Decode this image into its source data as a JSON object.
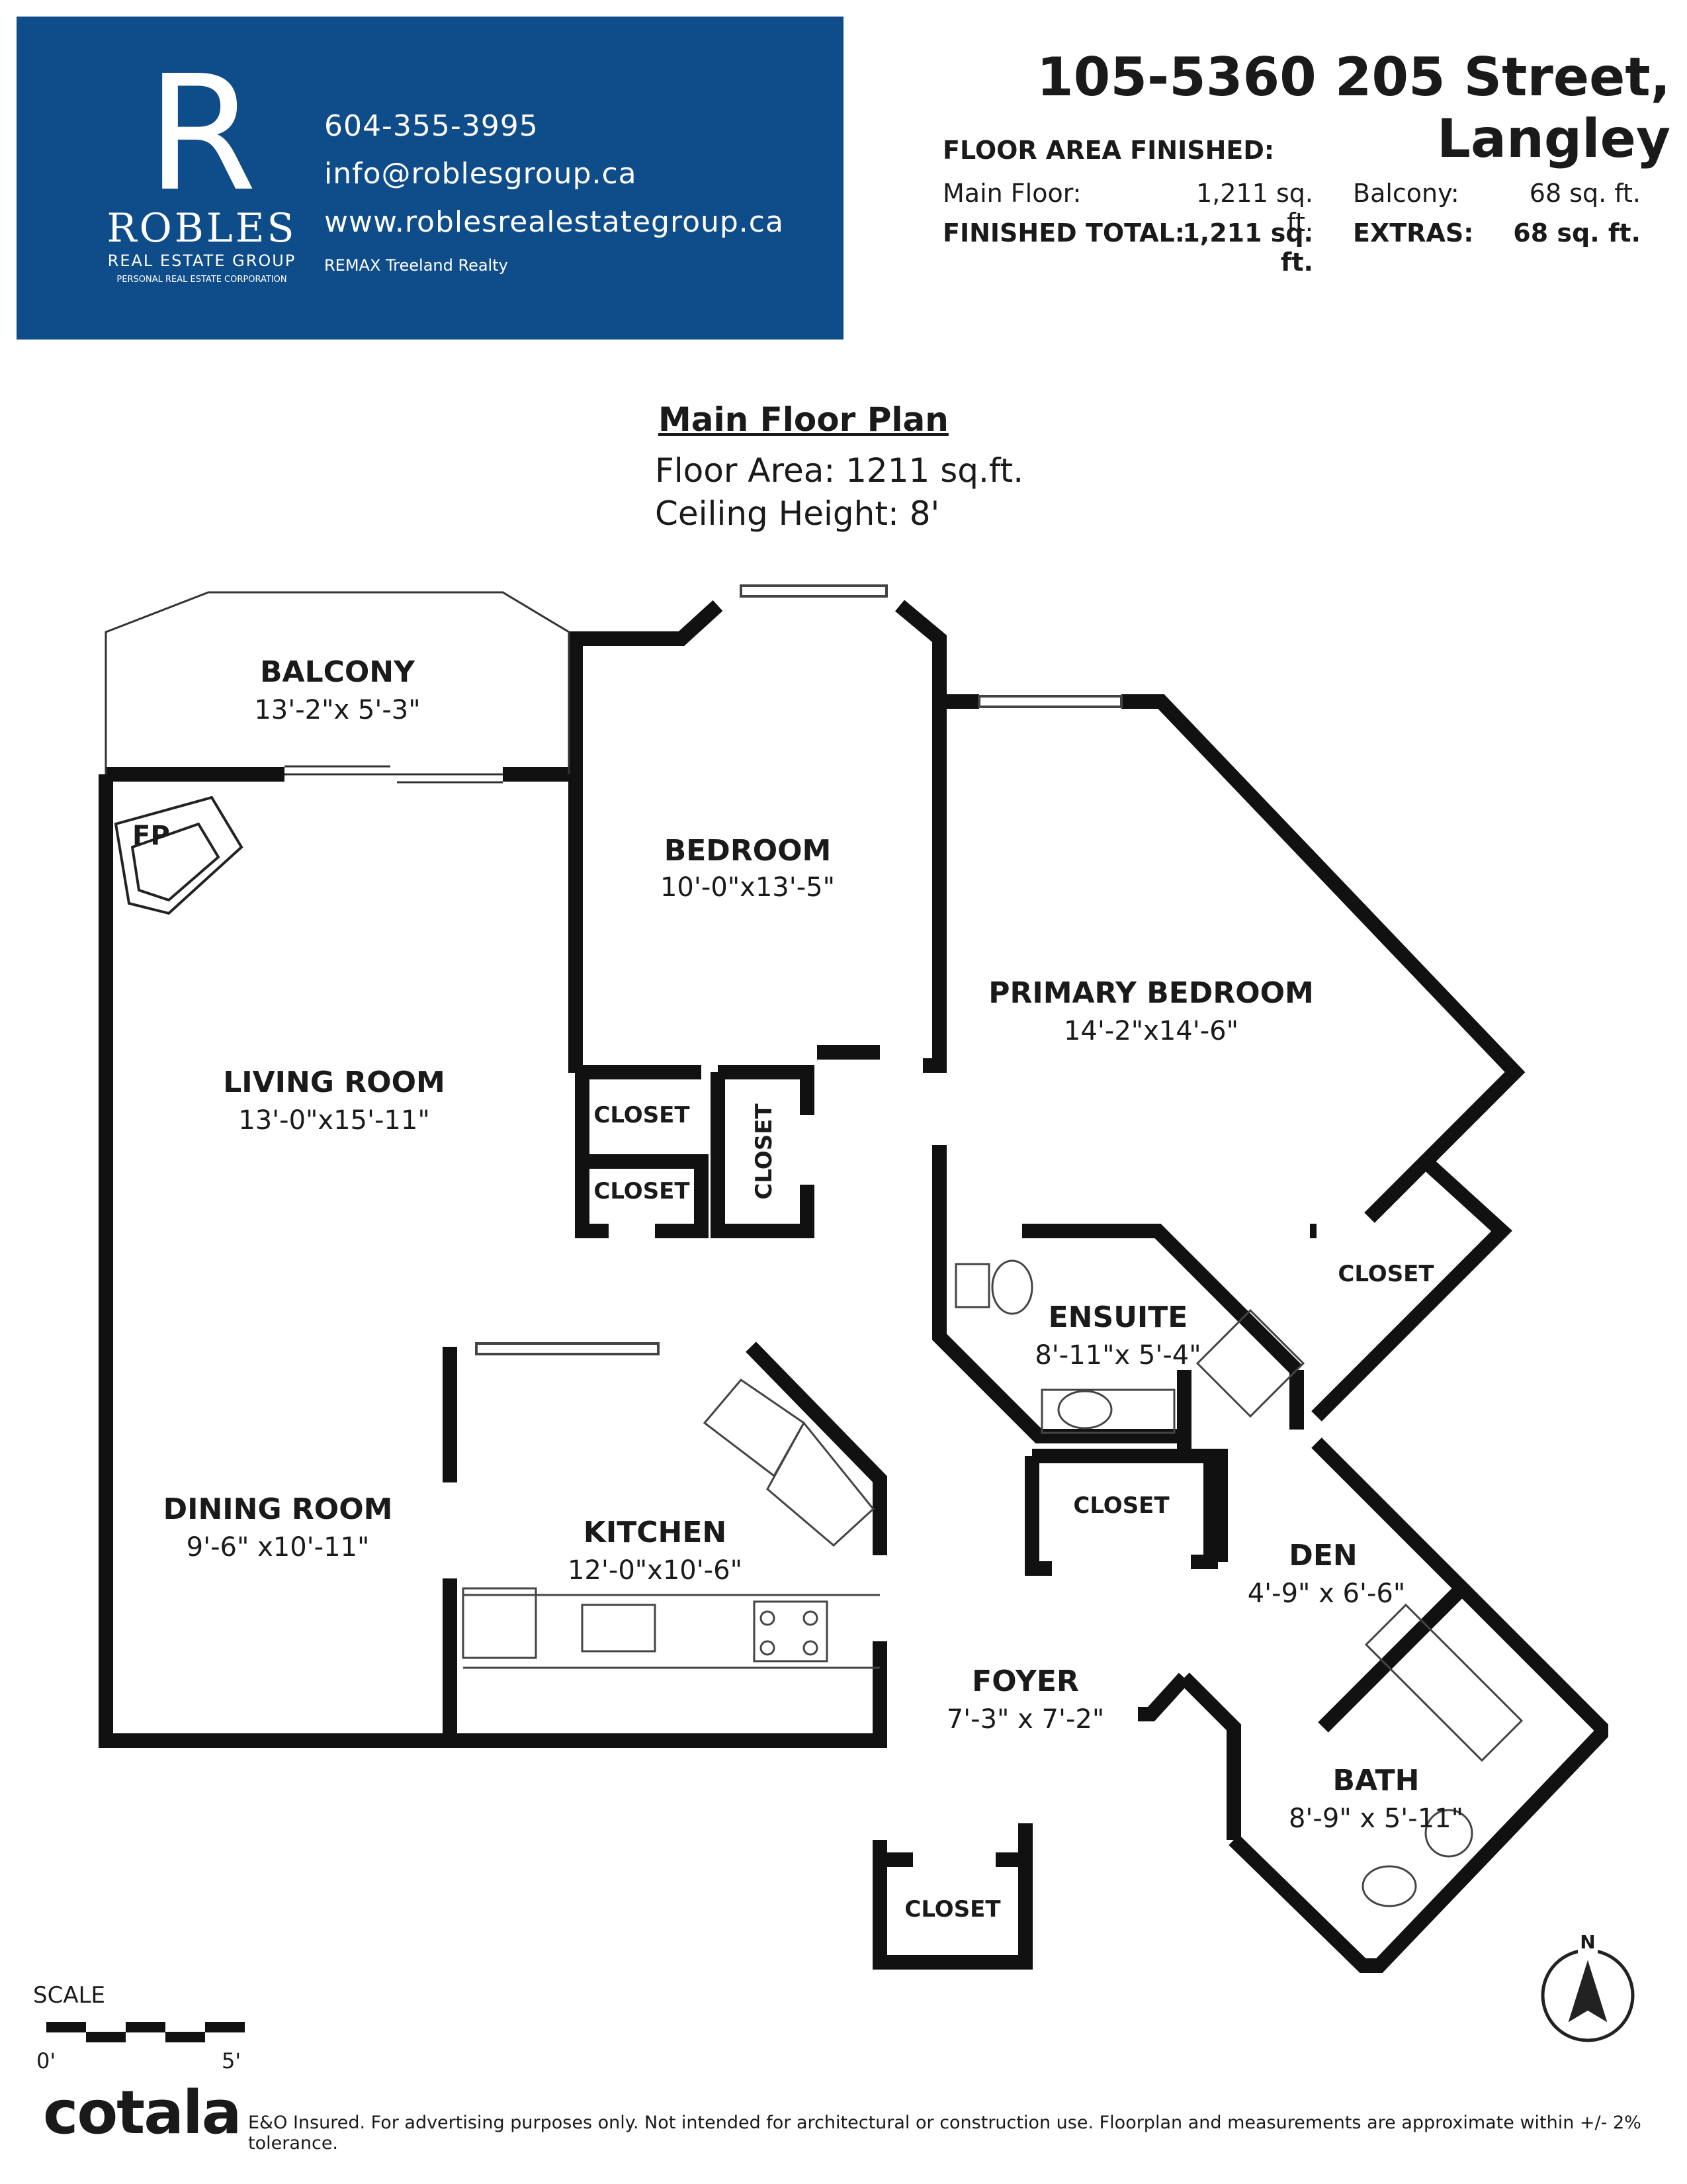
{
  "brand": {
    "name": "ROBLES",
    "tagline": "REAL ESTATE GROUP",
    "subline": "PERSONAL REAL ESTATE CORPORATION",
    "phone": "604-355-3995",
    "email": "info@roblesgroup.ca",
    "website": "www.roblesrealestategroup.ca",
    "brokerage": "REMAX Treeland Realty",
    "panel_color": "#0f4c8a"
  },
  "address": "105-5360 205 Street, Langley",
  "floor_area": {
    "heading": "FLOOR AREA FINISHED:",
    "main_label": "Main Floor:",
    "main_value": "1,211 sq. ft.",
    "balcony_label": "Balcony:",
    "balcony_value": "68 sq. ft.",
    "total_label": "FINISHED TOTAL:",
    "total_value": "1,211 sq. ft.",
    "extras_label": "EXTRAS:",
    "extras_value": "68 sq. ft."
  },
  "plan": {
    "title": "Main Floor Plan",
    "area": "Floor Area: 1211 sq.ft.",
    "ceiling": "Ceiling Height: 8'"
  },
  "rooms": {
    "balcony": {
      "name": "BALCONY",
      "dims": "13'-2\"x 5'-3\""
    },
    "fp": {
      "name": "FP"
    },
    "bedroom": {
      "name": "BEDROOM",
      "dims": "10'-0\"x13'-5\""
    },
    "primary": {
      "name": "PRIMARY BEDROOM",
      "dims": "14'-2\"x14'-6\""
    },
    "living": {
      "name": "LIVING ROOM",
      "dims": "13'-0\"x15'-11\""
    },
    "closet_a": {
      "name": "CLOSET"
    },
    "closet_b": {
      "name": "CLOSET"
    },
    "closet_c": {
      "name": "CLOSET"
    },
    "closet_primary": {
      "name": "CLOSET"
    },
    "ensuite": {
      "name": "ENSUITE",
      "dims": "8'-11\"x 5'-4\""
    },
    "dining": {
      "name": "DINING ROOM",
      "dims": "9'-6\" x10'-11\""
    },
    "kitchen": {
      "name": "KITCHEN",
      "dims": "12'-0\"x10'-6\""
    },
    "closet_hall": {
      "name": "CLOSET"
    },
    "den": {
      "name": "DEN",
      "dims": "4'-9\" x 6'-6\""
    },
    "foyer": {
      "name": "FOYER",
      "dims": "7'-3\" x 7'-2\""
    },
    "bath": {
      "name": "BATH",
      "dims": "8'-9\" x 5'-11\""
    },
    "closet_foyer": {
      "name": "CLOSET"
    }
  },
  "scale": {
    "label": "SCALE",
    "min": "0'",
    "max": "5'"
  },
  "compass": {
    "letter": "N"
  },
  "footer": {
    "logo": "cotala",
    "disclaimer": "E&O Insured. For advertising purposes only. Not intended for architectural or construction use. Floorplan and measurements are approximate within +/- 2% tolerance."
  }
}
